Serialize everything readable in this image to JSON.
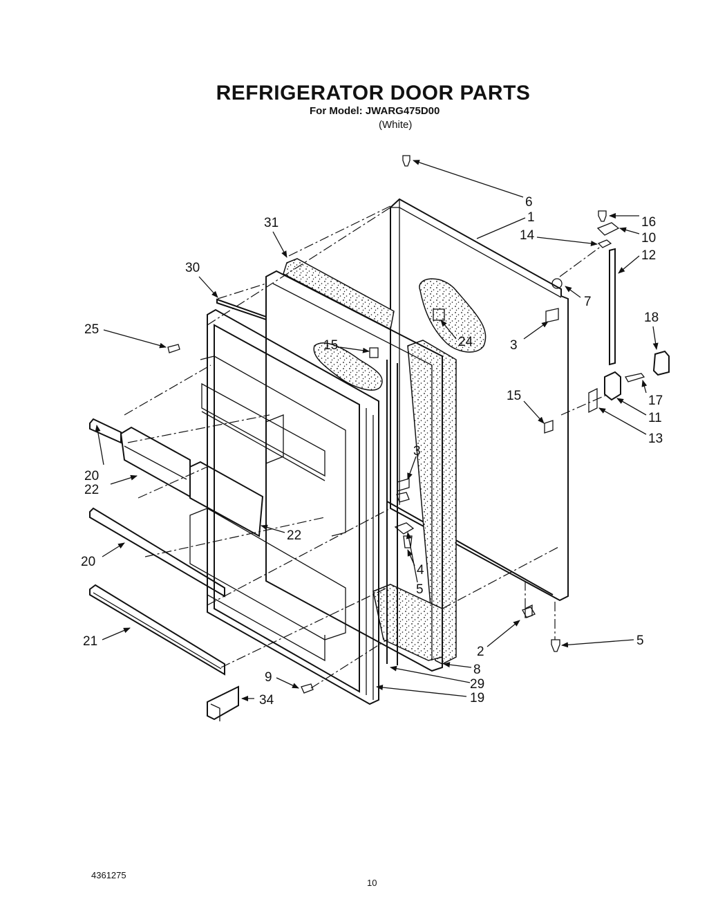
{
  "header": {
    "title": "REFRIGERATOR DOOR PARTS",
    "model_line": "For Model: JWARG475D00",
    "color_note": "(White)"
  },
  "footer": {
    "doc_number": "4361275",
    "page_number": "10"
  },
  "callouts": [
    {
      "id": "c6",
      "label": "6"
    },
    {
      "id": "c1",
      "label": "1"
    },
    {
      "id": "c16",
      "label": "16"
    },
    {
      "id": "c10",
      "label": "10"
    },
    {
      "id": "c14",
      "label": "14"
    },
    {
      "id": "c12",
      "label": "12"
    },
    {
      "id": "c7",
      "label": "7"
    },
    {
      "id": "c31",
      "label": "31"
    },
    {
      "id": "c30",
      "label": "30"
    },
    {
      "id": "c25",
      "label": "25"
    },
    {
      "id": "c15a",
      "label": "15"
    },
    {
      "id": "c24",
      "label": "24"
    },
    {
      "id": "c3a",
      "label": "3"
    },
    {
      "id": "c18",
      "label": "18"
    },
    {
      "id": "c17",
      "label": "17"
    },
    {
      "id": "c15b",
      "label": "15"
    },
    {
      "id": "c11",
      "label": "11"
    },
    {
      "id": "c13",
      "label": "13"
    },
    {
      "id": "c20a",
      "label": "20"
    },
    {
      "id": "c22a",
      "label": "22"
    },
    {
      "id": "c3b",
      "label": "3"
    },
    {
      "id": "c22b",
      "label": "22"
    },
    {
      "id": "c4",
      "label": "4"
    },
    {
      "id": "c5a",
      "label": "5"
    },
    {
      "id": "c20b",
      "label": "20"
    },
    {
      "id": "c21",
      "label": "21"
    },
    {
      "id": "c2",
      "label": "2"
    },
    {
      "id": "c5b",
      "label": "5"
    },
    {
      "id": "c8",
      "label": "8"
    },
    {
      "id": "c29",
      "label": "29"
    },
    {
      "id": "c9",
      "label": "9"
    },
    {
      "id": "c19",
      "label": "19"
    },
    {
      "id": "c34",
      "label": "34"
    }
  ]
}
